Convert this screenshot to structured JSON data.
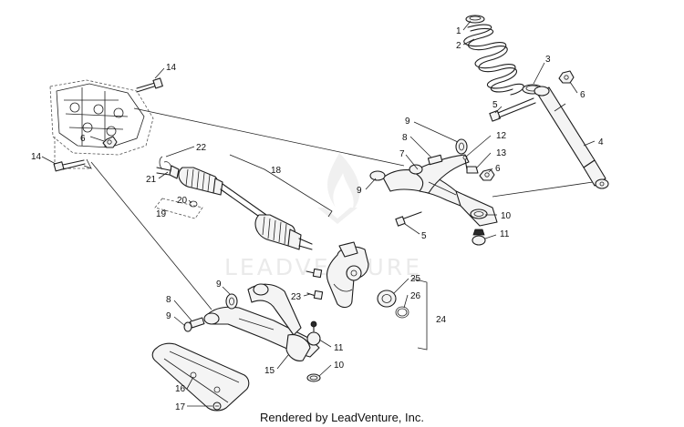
{
  "diagram": {
    "watermark_text": "LEADVENTURE",
    "footer_text": "Rendered by LeadVenture, Inc.",
    "callouts": [
      {
        "id": "c1",
        "label": "1"
      },
      {
        "id": "c2",
        "label": "2"
      },
      {
        "id": "c3",
        "label": "3"
      },
      {
        "id": "c4",
        "label": "4"
      },
      {
        "id": "c5a",
        "label": "5"
      },
      {
        "id": "c5b",
        "label": "5"
      },
      {
        "id": "c6a",
        "label": "6"
      },
      {
        "id": "c6b",
        "label": "6"
      },
      {
        "id": "c6c",
        "label": "6"
      },
      {
        "id": "c7",
        "label": "7"
      },
      {
        "id": "c8a",
        "label": "8"
      },
      {
        "id": "c8b",
        "label": "8"
      },
      {
        "id": "c9a",
        "label": "9"
      },
      {
        "id": "c9b",
        "label": "9"
      },
      {
        "id": "c9c",
        "label": "9"
      },
      {
        "id": "c9d",
        "label": "9"
      },
      {
        "id": "c10a",
        "label": "10"
      },
      {
        "id": "c10b",
        "label": "10"
      },
      {
        "id": "c11a",
        "label": "11"
      },
      {
        "id": "c11b",
        "label": "11"
      },
      {
        "id": "c12",
        "label": "12"
      },
      {
        "id": "c13",
        "label": "13"
      },
      {
        "id": "c14a",
        "label": "14"
      },
      {
        "id": "c14b",
        "label": "14"
      },
      {
        "id": "c15",
        "label": "15"
      },
      {
        "id": "c16",
        "label": "16"
      },
      {
        "id": "c17",
        "label": "17"
      },
      {
        "id": "c18",
        "label": "18"
      },
      {
        "id": "c19",
        "label": "19"
      },
      {
        "id": "c20",
        "label": "20"
      },
      {
        "id": "c21",
        "label": "21"
      },
      {
        "id": "c22",
        "label": "22"
      },
      {
        "id": "c23",
        "label": "23"
      },
      {
        "id": "c24",
        "label": "24"
      },
      {
        "id": "c25",
        "label": "25"
      },
      {
        "id": "c26",
        "label": "26"
      }
    ]
  }
}
